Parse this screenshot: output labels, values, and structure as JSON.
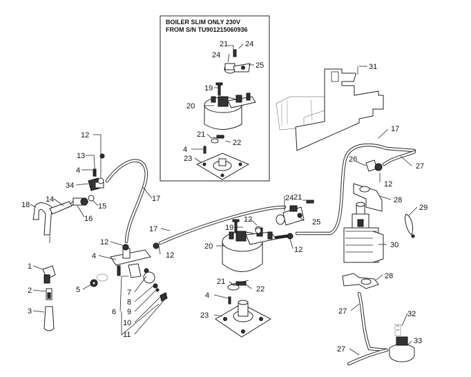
{
  "inset": {
    "title_line1": "BOILER SLIM  ONLY 230V",
    "title_line2": "FROM S/N TU901215060936"
  },
  "callouts": {
    "c1": "1",
    "c2": "2",
    "c3": "3",
    "c4a": "4",
    "c5": "5",
    "c6": "6",
    "c7": "7",
    "c8": "8",
    "c9": "9",
    "c10": "10",
    "c11": "11",
    "c12a": "12",
    "c12b": "12",
    "c12c": "12",
    "c12d": "12",
    "c12e": "12",
    "c12f": "12",
    "c13": "13",
    "c4b": "4",
    "c34": "34",
    "c15": "15",
    "c16": "16",
    "c14": "14",
    "c18": "18",
    "c17a": "17",
    "c17b": "17",
    "c17c": "17",
    "c19": "19",
    "c20": "20",
    "c21a": "21",
    "c22": "22",
    "c4c": "4",
    "c23": "23",
    "c24": "24",
    "c21b": "21",
    "c25": "25",
    "c26": "26",
    "c27a": "27",
    "c28a": "28",
    "c29": "29",
    "c30": "30",
    "c28b": "28",
    "c27b": "27",
    "c32": "32",
    "c27c": "27",
    "c33": "33",
    "c31": "31",
    "i21": "21",
    "i24a": "24",
    "i24b": "24",
    "i25": "25",
    "i19": "19",
    "i20": "20",
    "i21b": "21",
    "i22": "22",
    "i4": "4",
    "i23": "23"
  }
}
